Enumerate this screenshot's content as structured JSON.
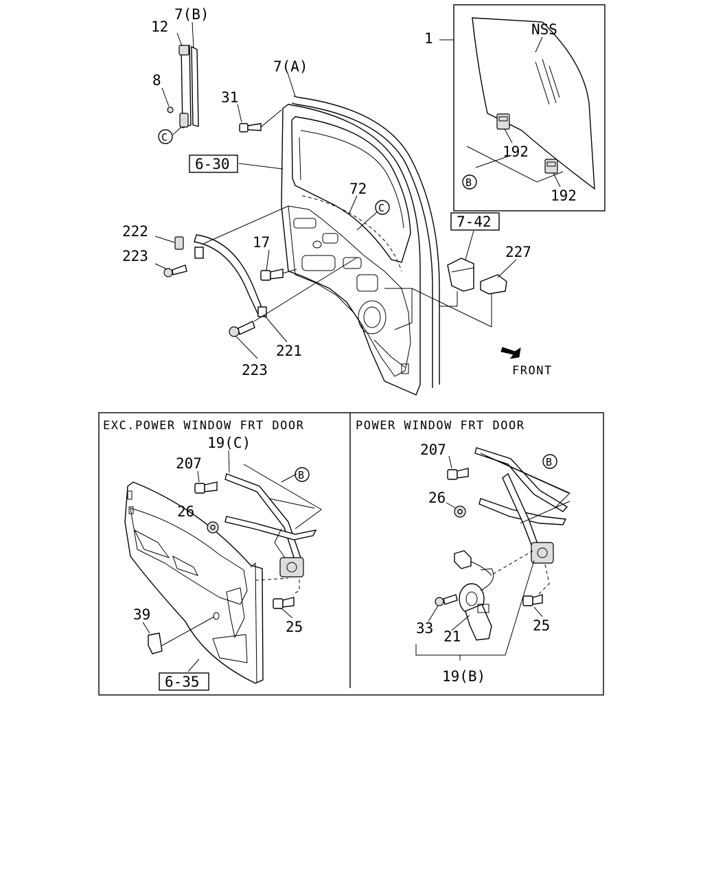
{
  "callouts": {
    "c_12": "12",
    "c_7b": "7(B)",
    "c_8": "8",
    "c_C_top": "C",
    "c_31": "31",
    "c_7a": "7(A)",
    "c_630": "6-30",
    "c_72": "72",
    "c_C_mid": "C",
    "c_222": "222",
    "c_223a": "223",
    "c_17": "17",
    "c_221": "221",
    "c_223b": "223",
    "c_742": "7-42",
    "c_227": "227",
    "c_1": "1",
    "c_nss": "NSS",
    "c_192a": "192",
    "c_192b": "192",
    "c_B_glass": "B",
    "c_front": "FRONT"
  },
  "panel_left": {
    "caption": "EXC.POWER WINDOW FRT DOOR",
    "c_19c": "19(C)",
    "c_207": "207",
    "c_B": "B",
    "c_26": "26",
    "c_39": "39",
    "c_25": "25",
    "c_635": "6-35"
  },
  "panel_right": {
    "caption": "POWER WINDOW FRT DOOR",
    "c_207": "207",
    "c_B": "B",
    "c_26": "26",
    "c_33": "33",
    "c_21": "21",
    "c_25": "25",
    "c_19b": "19(B)"
  }
}
